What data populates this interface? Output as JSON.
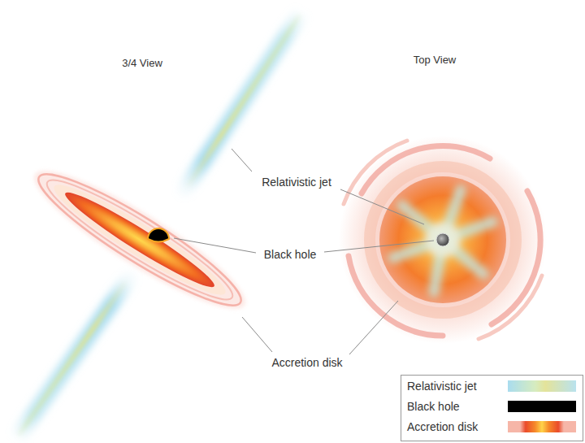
{
  "diagram": {
    "labels": [
      "3/4 View",
      "Top View",
      "Relativistic jet",
      "Black hole",
      "Accretion disk"
    ],
    "legend": [
      {
        "text": "Relativistic jet"
      },
      {
        "text": "Black hole",
        "color": "#000000"
      },
      {
        "text": "Accretion disk"
      }
    ]
  }
}
